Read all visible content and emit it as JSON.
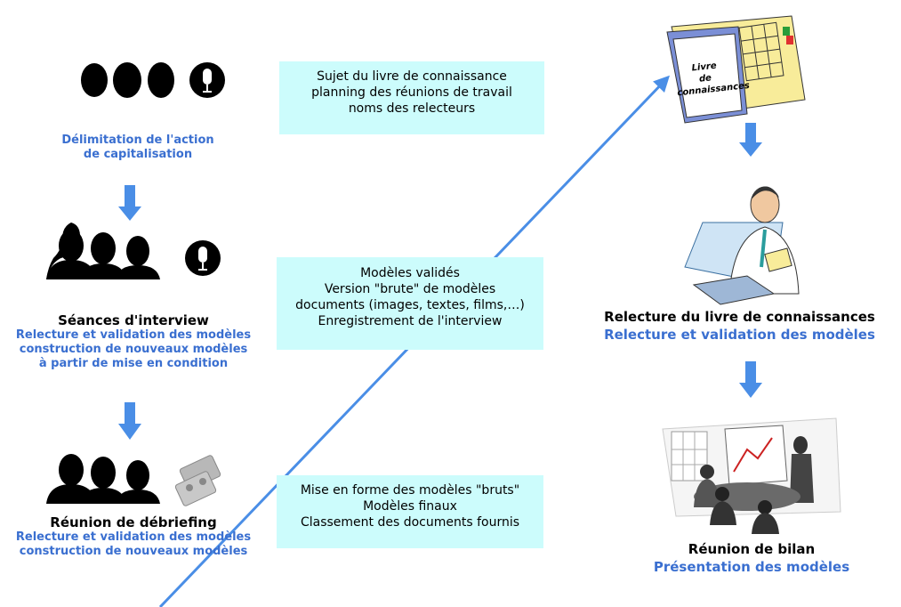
{
  "left": {
    "step1": {
      "title_line1": "Délimitation de l'action",
      "title_line2": "de capitalisation"
    },
    "step2": {
      "title": "Séances d'interview",
      "line1": "Relecture et validation des modèles",
      "line2": "construction de nouveaux modèles",
      "line3": "à partir de mise en condition"
    },
    "step3": {
      "title": "Réunion de débriefing",
      "line1": "Relecture et validation des modèles",
      "line2": "construction de nouveaux modèles"
    }
  },
  "boxes": {
    "box1": [
      "Sujet du livre de connaissance",
      "planning des réunions de travail",
      "noms des relecteurs"
    ],
    "box2": [
      "Modèles validés",
      "Version \"brute\" de modèles",
      "documents (images, textes, films,…)",
      "Enregistrement de l'interview"
    ],
    "box3": [
      "Mise en forme des modèles \"bruts\"",
      "Modèles finaux",
      "Classement des documents fournis"
    ]
  },
  "right": {
    "book_label": [
      "Livre",
      "de",
      "connaissances"
    ],
    "step2": {
      "title": "Relecture du livre de connaissances",
      "subtitle": "Relecture et validation des modèles"
    },
    "step3": {
      "title": "Réunion de bilan",
      "subtitle": "Présentation des modèles"
    }
  },
  "colors": {
    "accent": "#3a6fd0",
    "box_bg": "#ccfcfc",
    "arrow": "#4a8ee6"
  }
}
